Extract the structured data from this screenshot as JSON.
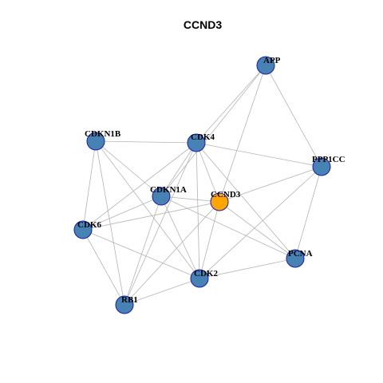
{
  "title": "CCND3",
  "colors": {
    "node_default": "#4682B4",
    "node_focus": "#FFA500",
    "node_stroke": "#1A1AB4",
    "edge": "#B4B4B4"
  },
  "focus_node": "CCND3",
  "nodes": [
    {
      "id": "APP",
      "label": "APP"
    },
    {
      "id": "CDKN1B",
      "label": "CDKN1B"
    },
    {
      "id": "CDK4",
      "label": "CDK4"
    },
    {
      "id": "PPP1CC",
      "label": "PPP1CC"
    },
    {
      "id": "CDKN1A",
      "label": "CDKN1A"
    },
    {
      "id": "CCND3",
      "label": "CCND3"
    },
    {
      "id": "CDK6",
      "label": "CDK6"
    },
    {
      "id": "PCNA",
      "label": "PCNA"
    },
    {
      "id": "CDK2",
      "label": "CDK2"
    },
    {
      "id": "RB1",
      "label": "RB1"
    }
  ],
  "edges": [
    [
      "APP",
      "CDK4"
    ],
    [
      "APP",
      "CDKN1A"
    ],
    [
      "APP",
      "CCND3"
    ],
    [
      "APP",
      "PPP1CC"
    ],
    [
      "CDKN1B",
      "CDK4"
    ],
    [
      "CDKN1B",
      "CDKN1A"
    ],
    [
      "CDKN1B",
      "CDK6"
    ],
    [
      "CDKN1B",
      "CDK2"
    ],
    [
      "CDKN1B",
      "RB1"
    ],
    [
      "CDK4",
      "PPP1CC"
    ],
    [
      "CDK4",
      "CDKN1A"
    ],
    [
      "CDK4",
      "CCND3"
    ],
    [
      "CDK4",
      "CDK6"
    ],
    [
      "CDK4",
      "PCNA"
    ],
    [
      "CDK4",
      "CDK2"
    ],
    [
      "CDK4",
      "RB1"
    ],
    [
      "PPP1CC",
      "CCND3"
    ],
    [
      "PPP1CC",
      "PCNA"
    ],
    [
      "PPP1CC",
      "CDK2"
    ],
    [
      "CDKN1A",
      "CCND3"
    ],
    [
      "CDKN1A",
      "CDK6"
    ],
    [
      "CDKN1A",
      "PCNA"
    ],
    [
      "CDKN1A",
      "CDK2"
    ],
    [
      "CDKN1A",
      "RB1"
    ],
    [
      "CCND3",
      "CDK6"
    ],
    [
      "CCND3",
      "PCNA"
    ],
    [
      "CCND3",
      "CDK2"
    ],
    [
      "CCND3",
      "RB1"
    ],
    [
      "CDK6",
      "CDK2"
    ],
    [
      "CDK6",
      "RB1"
    ],
    [
      "PCNA",
      "CDK2"
    ],
    [
      "CDK2",
      "RB1"
    ]
  ]
}
